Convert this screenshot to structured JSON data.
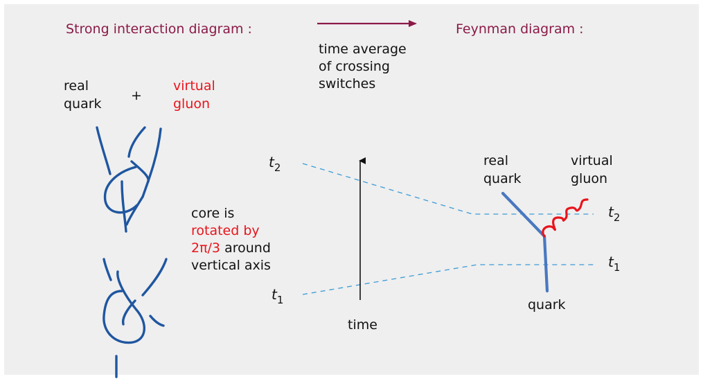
{
  "left_heading": "Strong interaction diagram :",
  "right_heading": "Feynman diagram :",
  "arrow_caption": [
    "time average",
    "of crossing",
    "switches"
  ],
  "strong": {
    "real_quark": [
      "real",
      "quark"
    ],
    "plus": "+",
    "virtual_gluon": [
      "virtual",
      "gluon"
    ],
    "core_line1": "core is",
    "core_line2_red": "rotated by",
    "core_line3_red": "2π/3",
    "core_line3_rest": " around",
    "core_line4": "vertical axis"
  },
  "time_diagram": {
    "t2_var": "t",
    "t2_sub": "2",
    "t1_var": "t",
    "t1_sub": "1",
    "axis_label": "time"
  },
  "feynman": {
    "real_quark": [
      "real",
      "quark"
    ],
    "virtual_gluon": [
      "virtual",
      "gluon"
    ],
    "quark": "quark",
    "t2_var": "t",
    "t2_sub": "2",
    "t1_var": "t",
    "t1_sub": "1"
  },
  "colors": {
    "panel": "#efefef",
    "heading": "#8b1a47",
    "strand": "#1f56a0",
    "dash": "#3b9bd6",
    "gluon": "#e8141c",
    "feynman_line": "#4a78c0"
  }
}
